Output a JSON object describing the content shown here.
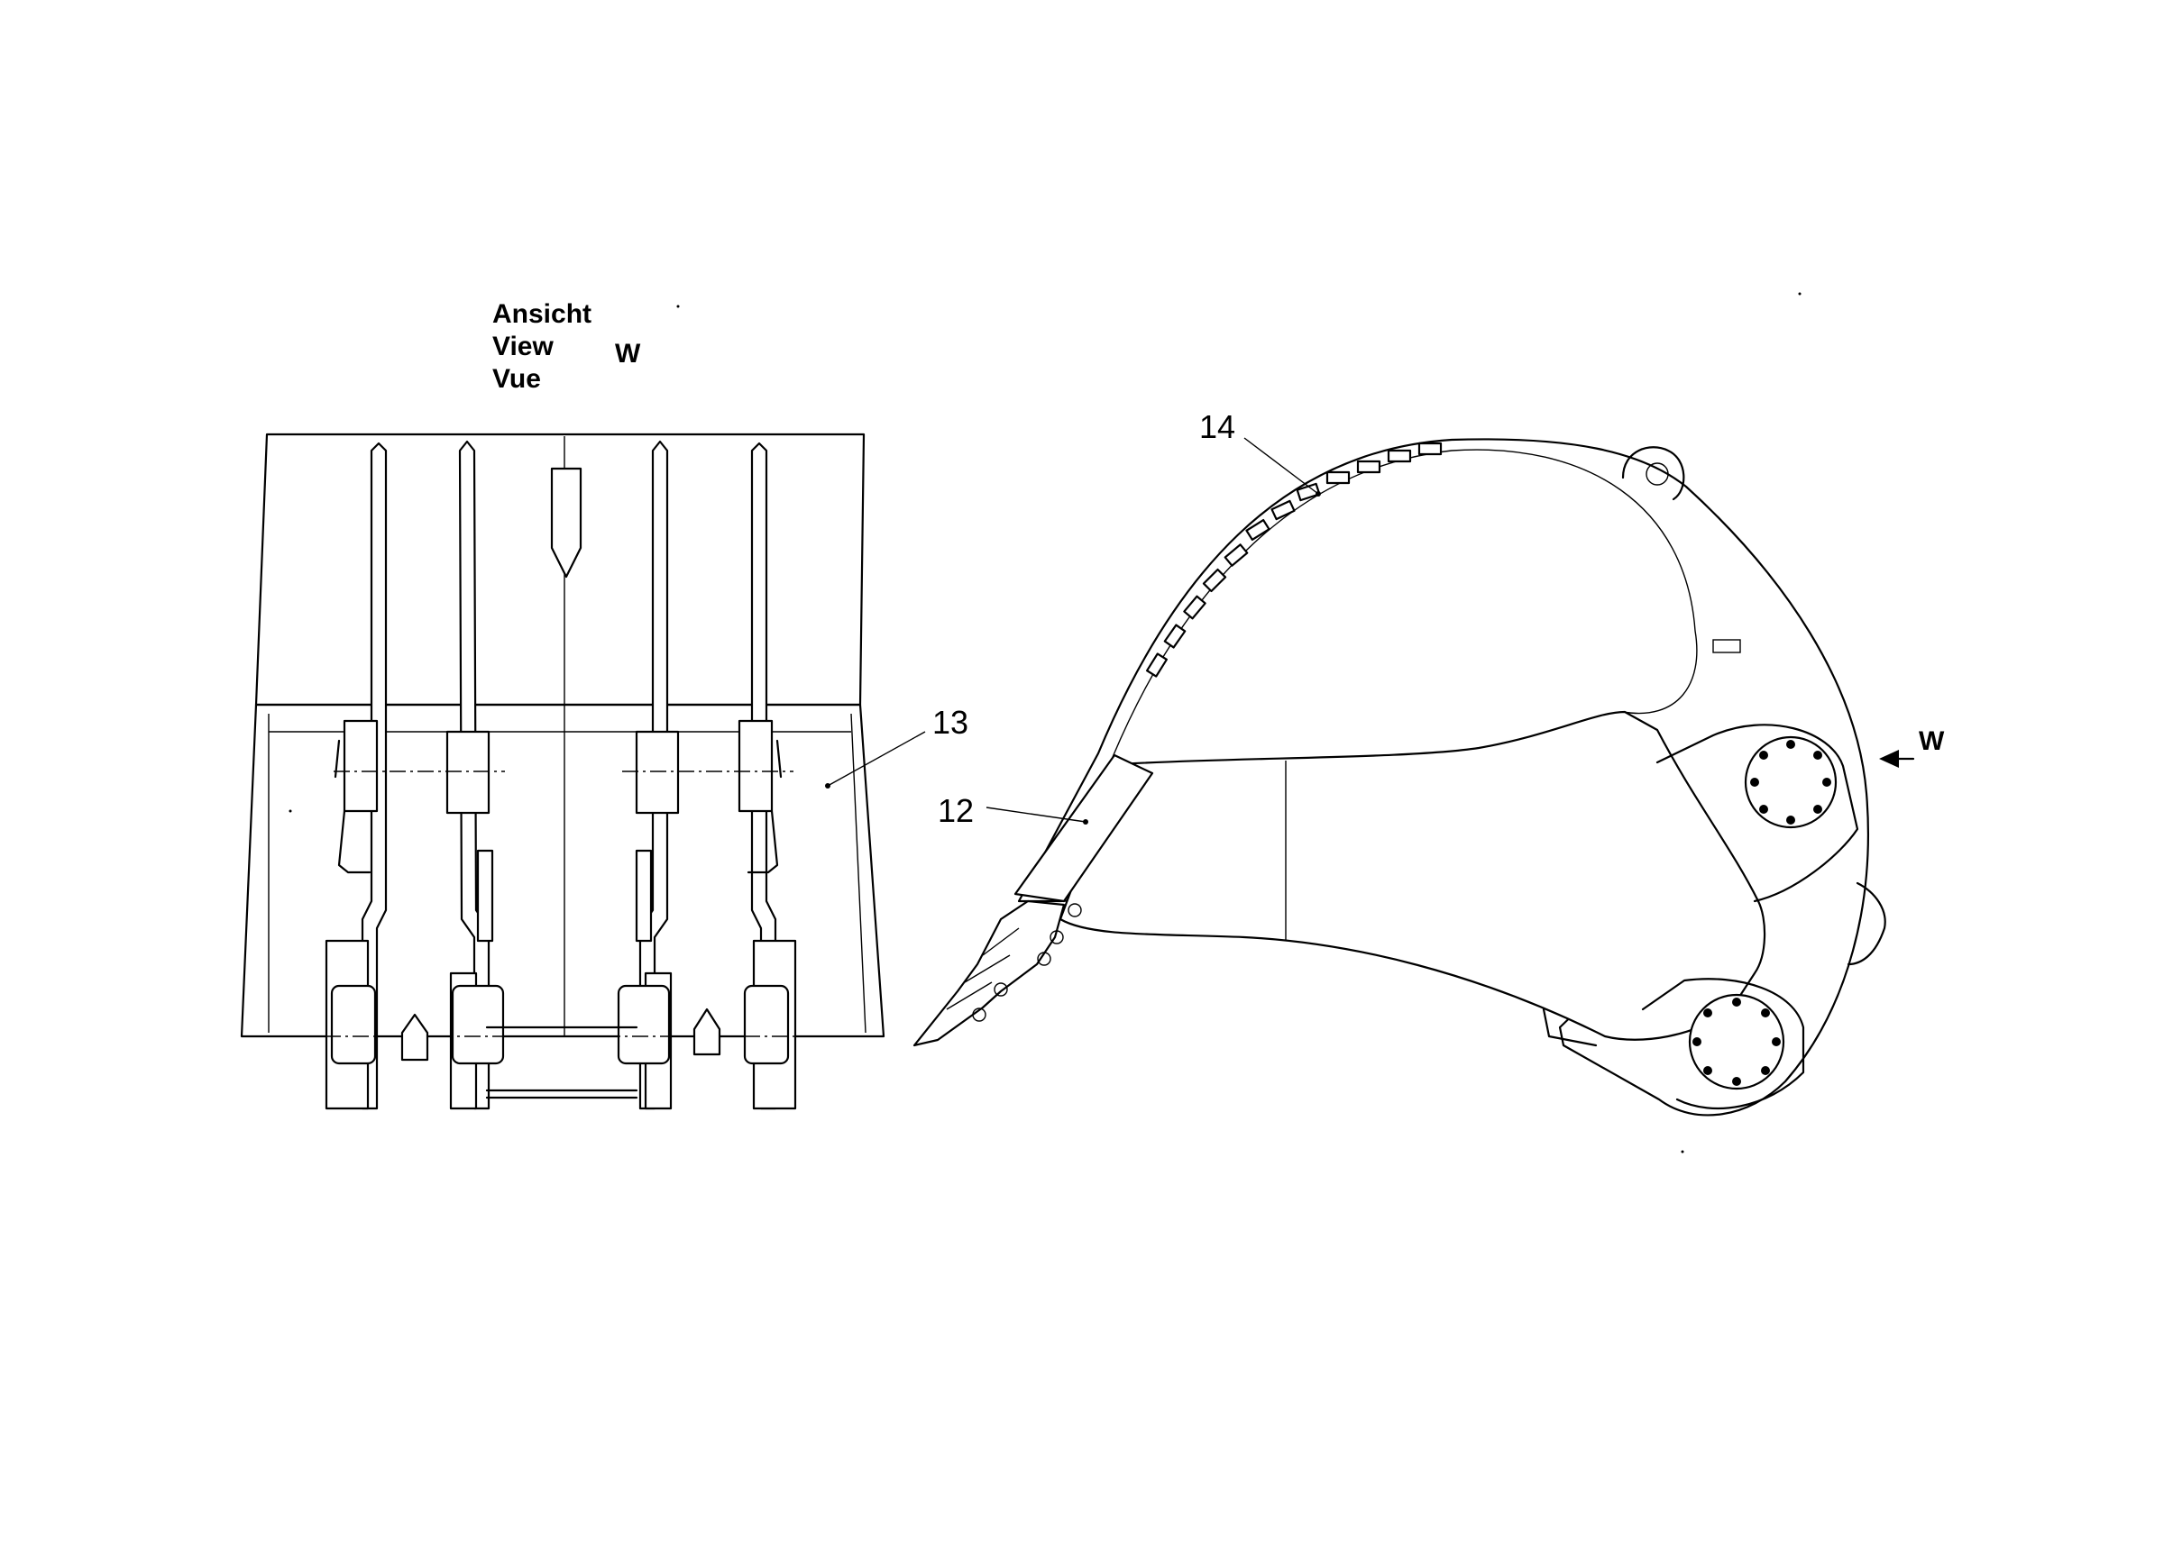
{
  "view_label": {
    "lines": [
      "Ansicht",
      "View",
      "Vue"
    ],
    "letter": "W"
  },
  "callouts": {
    "c12": "12",
    "c13": "13",
    "c14": "14"
  },
  "arrow_label": "W"
}
